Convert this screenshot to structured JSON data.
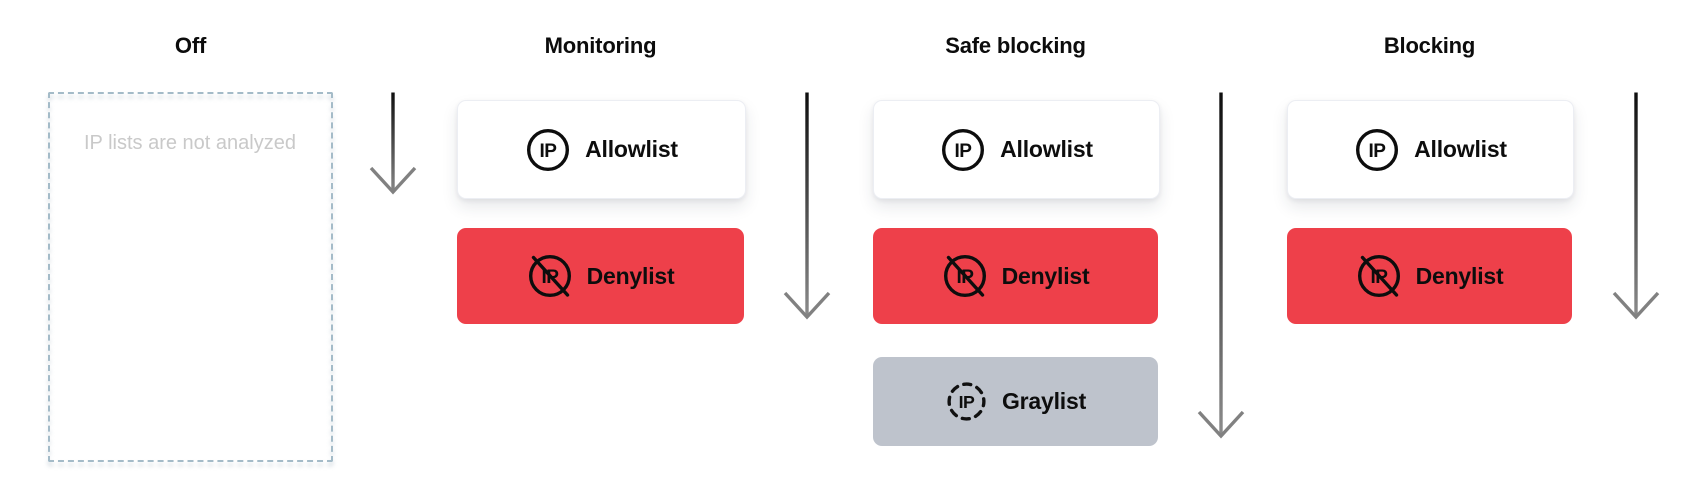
{
  "diagram": {
    "columns": [
      {
        "title": "Off",
        "note": "IP lists are not analyzed",
        "cards": []
      },
      {
        "title": "Monitoring",
        "cards": [
          {
            "label": "Allowlist",
            "icon": "ip-circle-icon",
            "style": "white"
          },
          {
            "label": "Denylist",
            "icon": "ip-circle-slash-icon",
            "style": "red"
          }
        ]
      },
      {
        "title": "Safe blocking",
        "cards": [
          {
            "label": "Allowlist",
            "icon": "ip-circle-icon",
            "style": "white"
          },
          {
            "label": "Denylist",
            "icon": "ip-circle-slash-icon",
            "style": "red"
          },
          {
            "label": "Graylist",
            "icon": "ip-dashed-circle-icon",
            "style": "gray"
          }
        ]
      },
      {
        "title": "Blocking",
        "cards": [
          {
            "label": "Allowlist",
            "icon": "ip-circle-icon",
            "style": "white"
          },
          {
            "label": "Denylist",
            "icon": "ip-circle-slash-icon",
            "style": "red"
          }
        ]
      }
    ],
    "arrows": [
      {
        "name": "arrow-off-to-monitoring",
        "depth": "ends level with Allowlist"
      },
      {
        "name": "arrow-monitoring-to-safe",
        "depth": "ends level with Denylist"
      },
      {
        "name": "arrow-safe-to-blocking",
        "depth": "ends level with Graylist"
      },
      {
        "name": "arrow-after-blocking",
        "depth": "ends level with Denylist"
      }
    ],
    "colors": {
      "deny_red": "#ee404a",
      "graylist_gray": "#bec3cc",
      "card_white": "#ffffff",
      "dashed_border_blue": "#a4bbc8",
      "note_text_gray": "#c9c9c9",
      "arrow_top": "#0d0d0d",
      "arrow_bottom": "#8f8f8f",
      "text_black": "#0d0d0d"
    }
  }
}
